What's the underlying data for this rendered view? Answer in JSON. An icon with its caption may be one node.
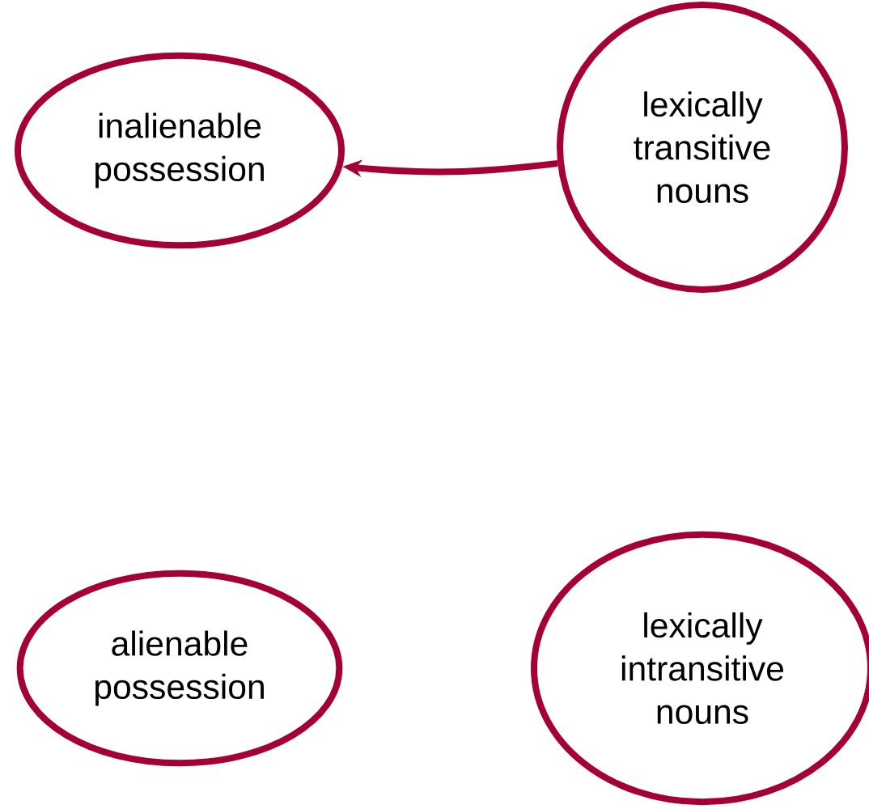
{
  "diagram": {
    "nodes": [
      {
        "text": [
          "inalienable possession"
        ]
      },
      {
        "text": [
          "lexically transitive nouns"
        ]
      },
      {
        "text": [
          "alienable possession"
        ]
      },
      {
        "text": [
          "lexically intransitive nouns"
        ]
      }
    ],
    "edges": [
      {
        "from": 1,
        "to": 0,
        "arrow": "to"
      }
    ]
  }
}
